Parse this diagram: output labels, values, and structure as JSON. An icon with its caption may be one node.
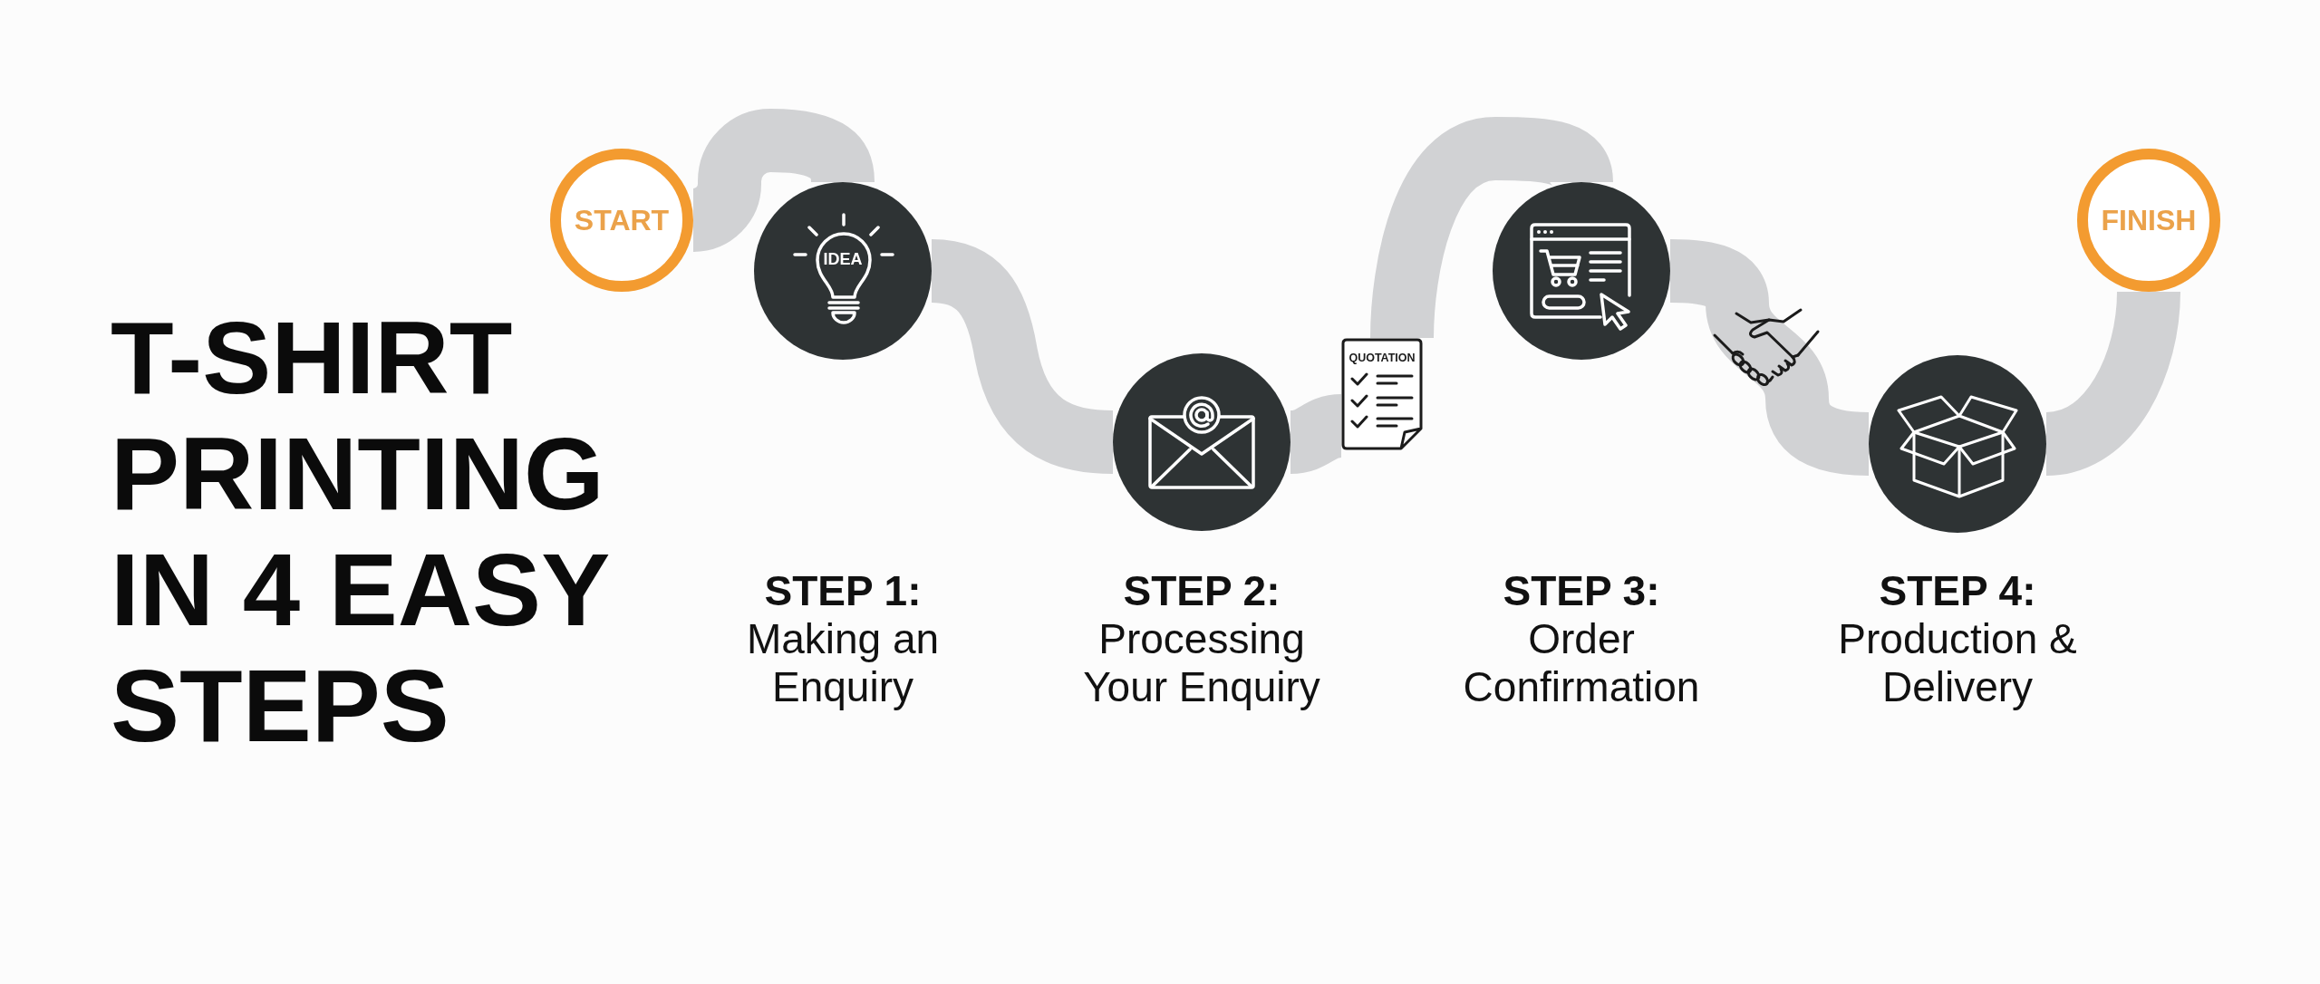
{
  "diagram": {
    "title": "T-SHIRT PRINTING IN 4 EASY STEPS",
    "nodes": [
      {
        "text": [
          "START"
        ]
      },
      {
        "text": [
          "IDEA"
        ],
        "beside": [
          "STEP 1:",
          "Making an Enquiry"
        ]
      },
      {
        "text": [],
        "shape": "circle",
        "beside": [
          "STEP 2:",
          "Processing Your Enquiry"
        ]
      },
      {
        "text": [
          "QUOTATION"
        ]
      },
      {
        "text": [],
        "shape": "circle",
        "beside": [
          "STEP 3:",
          "Order Confirmation"
        ]
      },
      {
        "text": [],
        "shape": "picture"
      },
      {
        "text": [],
        "shape": "circle",
        "beside": [
          "STEP 4:",
          "Production & Delivery"
        ]
      },
      {
        "text": [
          "FINISH"
        ]
      }
    ],
    "edges": [
      {
        "from": 0,
        "to": 1,
        "arrow": "none"
      },
      {
        "from": 1,
        "to": 2,
        "arrow": "none"
      },
      {
        "from": 2,
        "to": 3,
        "arrow": "none"
      },
      {
        "from": 3,
        "to": 4,
        "arrow": "none"
      },
      {
        "from": 4,
        "to": 5,
        "arrow": "none"
      },
      {
        "from": 5,
        "to": 6,
        "arrow": "none"
      },
      {
        "from": 6,
        "to": 7,
        "arrow": "none"
      }
    ]
  }
}
